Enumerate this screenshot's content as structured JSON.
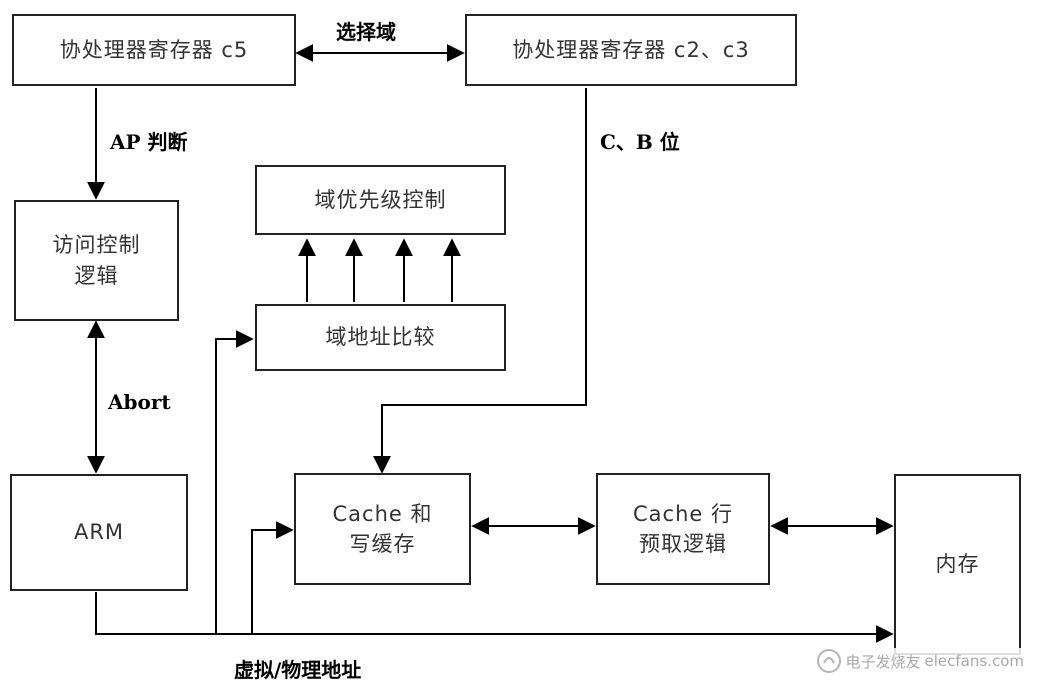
{
  "boxes": {
    "cp_reg_c5": "协处理器寄存器 c5",
    "cp_reg_c2_c3": "协处理器寄存器 c2、c3",
    "access_control": "访问控制\n逻辑",
    "domain_priority": "域优先级控制",
    "domain_address_compare": "域地址比较",
    "arm": "ARM",
    "cache_write_buffer": "Cache 和\n写缓存",
    "cache_line_prefetch": "Cache 行\n预取逻辑",
    "memory": "内存"
  },
  "labels": {
    "select_domain": "选择域",
    "ap_judge": "AP 判断",
    "cb_bits": "C、B 位",
    "abort": "Abort",
    "virtual_physical_address": "虚拟/物理地址"
  },
  "watermark": {
    "text": "elecfans.com",
    "prefix": "电子发烧友"
  }
}
